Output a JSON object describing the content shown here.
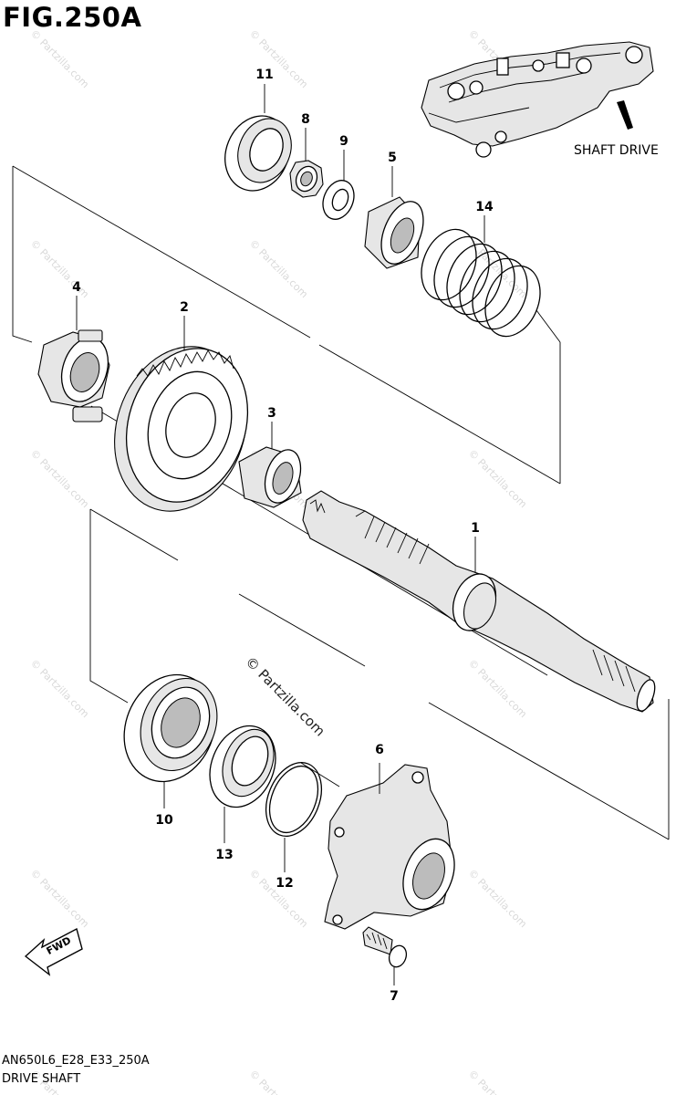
{
  "figure": {
    "title": "FIG.250A",
    "model_code": "AN650L6_E28_E33_250A",
    "section_name": "DRIVE SHAFT"
  },
  "inset": {
    "label": "SHAFT DRIVE"
  },
  "watermark": {
    "text": "© Partzilla.com"
  },
  "direction_badge": {
    "text": "FWD"
  },
  "callouts": [
    {
      "id": "part-1",
      "label": "1"
    },
    {
      "id": "part-2",
      "label": "2"
    },
    {
      "id": "part-3",
      "label": "3"
    },
    {
      "id": "part-4",
      "label": "4"
    },
    {
      "id": "part-5",
      "label": "5"
    },
    {
      "id": "part-6",
      "label": "6"
    },
    {
      "id": "part-7",
      "label": "7"
    },
    {
      "id": "part-8",
      "label": "8"
    },
    {
      "id": "part-9",
      "label": "9"
    },
    {
      "id": "part-10",
      "label": "10"
    },
    {
      "id": "part-11",
      "label": "11"
    },
    {
      "id": "part-12",
      "label": "12"
    },
    {
      "id": "part-13",
      "label": "13"
    },
    {
      "id": "part-14",
      "label": "14"
    }
  ]
}
